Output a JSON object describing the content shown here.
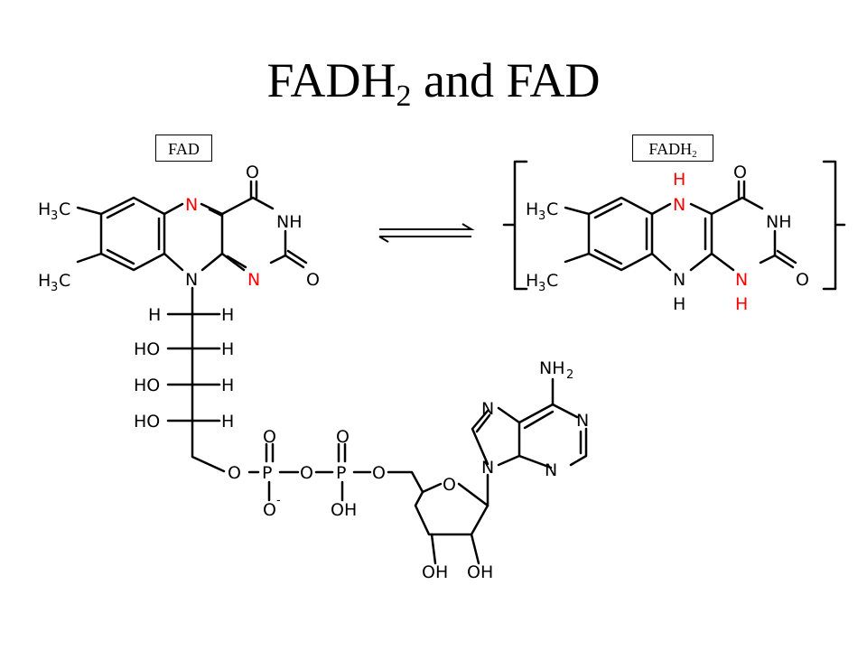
{
  "title": {
    "main": "FADH",
    "sub": "2",
    "rest": " and FAD"
  },
  "boxes": {
    "fad": "FAD",
    "fadh2": {
      "main": "FADH",
      "sub": "2"
    }
  },
  "atoms": {
    "O": "O",
    "N": "N",
    "NH": "NH",
    "H": "H",
    "HO": "HO",
    "OH": "OH",
    "P": "P",
    "O_minus": "O",
    "minus": "-",
    "C": "C",
    "H3C_H": "H",
    "H3C_3": "3",
    "NH2_NH": "NH",
    "NH2_2": "2"
  },
  "colors": {
    "highlight": "#ff0000",
    "ink": "#000000"
  }
}
